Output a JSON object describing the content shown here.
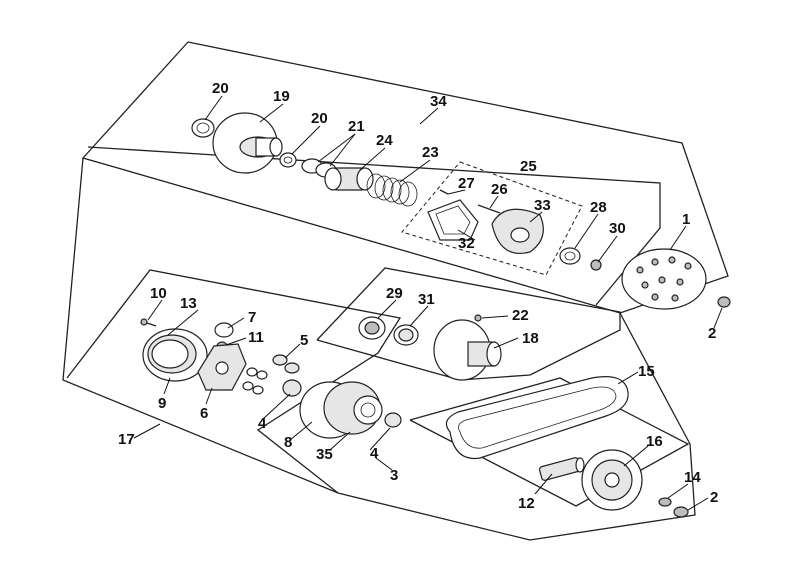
{
  "callouts": {
    "p1": "1",
    "p2a": "2",
    "p2b": "2",
    "p3": "3",
    "p4a": "4",
    "p4b": "4",
    "p5": "5",
    "p6": "6",
    "p7": "7",
    "p8": "8",
    "p9": "9",
    "p10": "10",
    "p11": "11",
    "p12": "12",
    "p13": "13",
    "p14": "14",
    "p15": "15",
    "p16": "16",
    "p17": "17",
    "p18": "18",
    "p19": "19",
    "p20a": "20",
    "p20b": "20",
    "p21": "21",
    "p22": "22",
    "p23": "23",
    "p24": "24",
    "p25": "25",
    "p26": "26",
    "p27": "27",
    "p28": "28",
    "p29": "29",
    "p30": "30",
    "p31": "31",
    "p32": "32",
    "p33": "33",
    "p34": "34",
    "p35": "35"
  }
}
